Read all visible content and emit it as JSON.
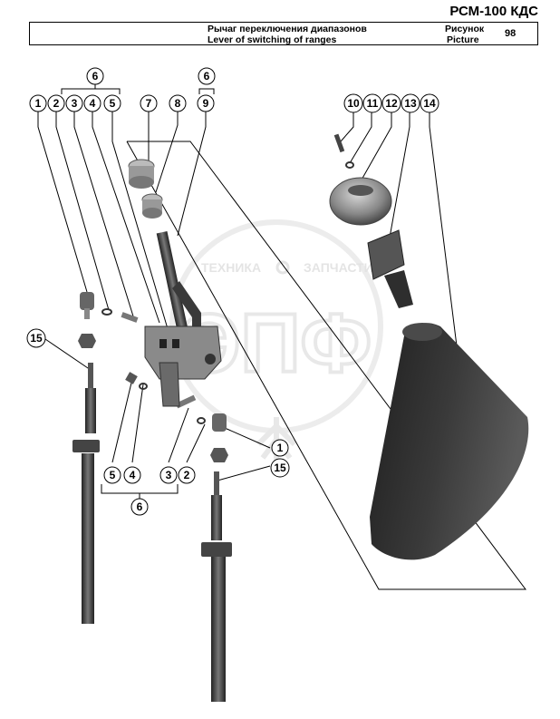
{
  "header": {
    "model": "РСМ-100 КДС",
    "title_ru": "Рычаг переключения диапазонов",
    "title_en": "Lever of switching of ranges",
    "figure_label_ru": "Рисунок",
    "figure_label_en": "Picture",
    "figure_number": "98"
  },
  "watermark": {
    "brand": "ЭПФ",
    "text_left": "ТЕХНИКА",
    "text_right": "ЗАПЧАСТИ"
  },
  "callouts": {
    "c1a": "1",
    "c2a": "2",
    "c3a": "3",
    "c4a": "4",
    "c5a": "5",
    "c6a": "6",
    "c6b": "6",
    "c7": "7",
    "c8": "8",
    "c9": "9",
    "c10": "10",
    "c11": "11",
    "c12": "12",
    "c13": "13",
    "c14": "14",
    "c15a": "15",
    "c15b": "15",
    "c1b": "1",
    "c5b": "5",
    "c4b": "4",
    "c3b": "3",
    "c2b": "2",
    "c6c": "6"
  },
  "colors": {
    "part_dark": "#2e2e2e",
    "part_mid": "#6a6a6a",
    "part_light": "#bdbdbd",
    "watermark": "#dddddd"
  }
}
